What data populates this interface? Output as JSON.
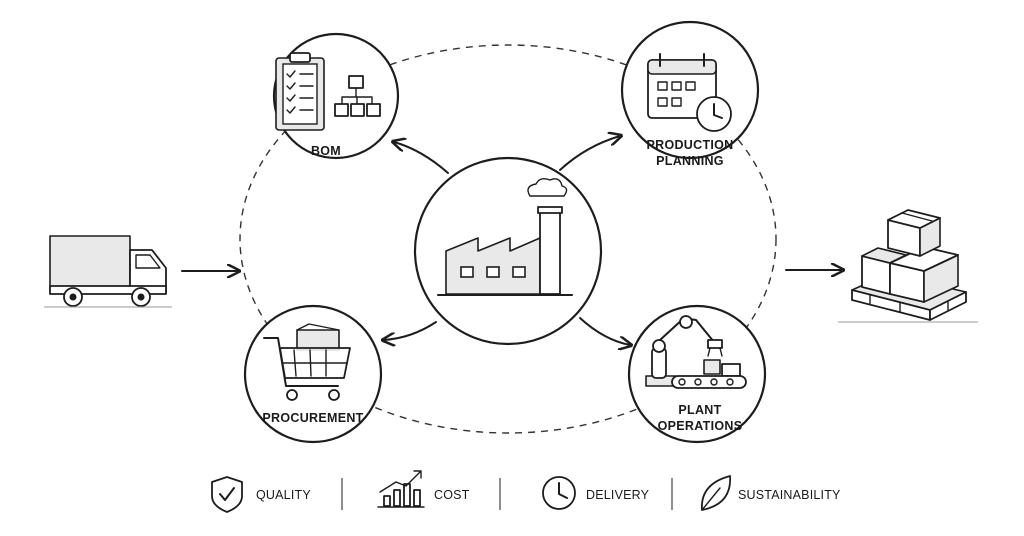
{
  "nodes": {
    "bom": {
      "label": "BOM"
    },
    "production_planning": {
      "label_line1": "PRODUCTION",
      "label_line2": "PLANNING"
    },
    "procurement": {
      "label": "PROCUREMENT"
    },
    "plant_operations": {
      "label_line1": "PLANT",
      "label_line2": "OPERATIONS"
    }
  },
  "kpis": [
    {
      "label": "QUALITY",
      "icon": "shield-check-icon"
    },
    {
      "label": "COST",
      "icon": "bar-chart-trend-icon"
    },
    {
      "label": "DELIVERY",
      "icon": "clock-icon"
    },
    {
      "label": "SUSTAINABILITY",
      "icon": "leaf-icon"
    }
  ]
}
